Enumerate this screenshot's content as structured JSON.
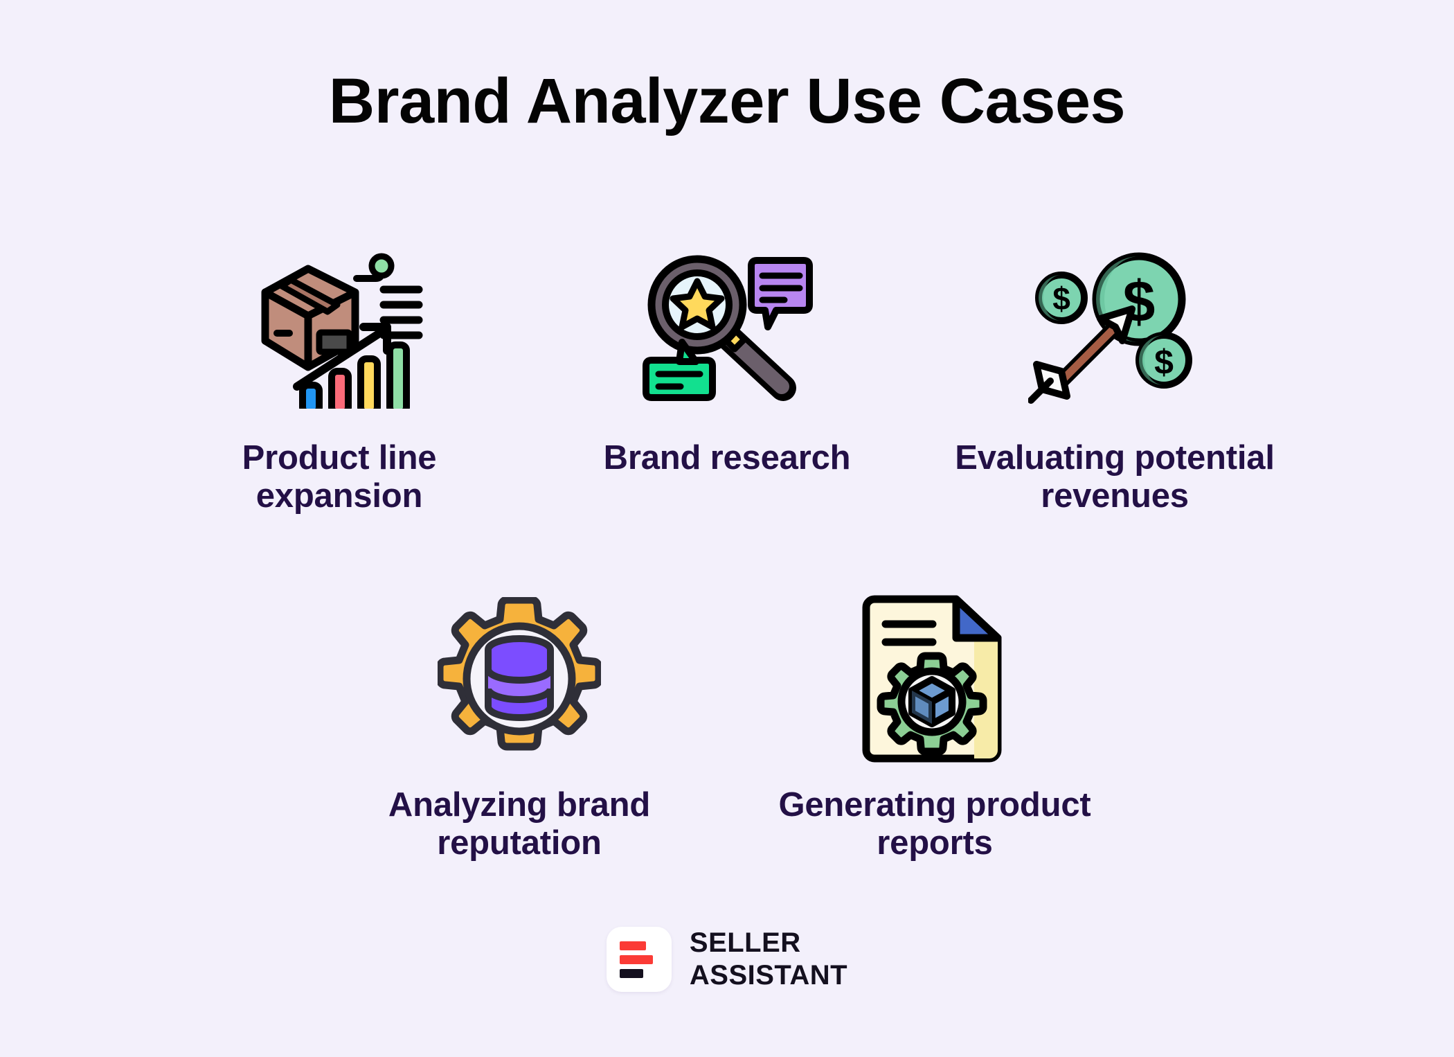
{
  "page": {
    "title": "Brand Analyzer Use Cases",
    "background_color": "#f3f0fb",
    "title_color": "#040404",
    "label_color": "#231046"
  },
  "use_cases": [
    {
      "label": "Product line expansion",
      "icon_name": "product-box-growth-chart-icon",
      "colors": {
        "box": "#c08d7c",
        "box_dark": "#a97464",
        "bar_blue": "#2196f3",
        "bar_pink": "#fb6b79",
        "bar_yellow": "#ffd95c",
        "bar_green": "#8fdfa5",
        "dot_green": "#8fdfa5"
      }
    },
    {
      "label": "Brand research",
      "icon_name": "magnifier-star-reviews-icon",
      "colors": {
        "lens": "#e6f4fb",
        "rim": "#6b5f6b",
        "handle": "#6b5f6b",
        "star": "#ffd95c",
        "bubble_purple": "#b886f0",
        "bubble_green": "#12e08f"
      }
    },
    {
      "label": "Evaluating potential revenues",
      "icon_name": "coins-target-arrow-icon",
      "colors": {
        "coin": "#7dd4b0",
        "coin_shade": "#63bd99",
        "arrow_shaft": "#a65c44",
        "arrow_head": "#f2f2f2"
      }
    },
    {
      "label": "Analyzing brand reputation",
      "icon_name": "gear-database-icon",
      "colors": {
        "gear": "#f6b23c",
        "gear_stroke": "#2f2f38",
        "db_top": "#7c4dff",
        "db_light": "#9a6bff",
        "inner_circle": "#f5f3fa"
      }
    },
    {
      "label": "Generating product reports",
      "icon_name": "document-gear-cube-icon",
      "colors": {
        "page": "#fdf6dc",
        "page_shade": "#f7eba8",
        "corner": "#4268c8",
        "gear": "#8ccf95",
        "cube": "#6d9bd0",
        "cube_dark": "#4f7aa8"
      }
    }
  ],
  "footer": {
    "logo_line_1": "SELLER",
    "logo_line_2": "ASSISTANT",
    "mark_name": "seller-assistant-logo-mark",
    "colors": {
      "bar_red": "#fb3b36",
      "bar_dark": "#14101f",
      "tile": "#ffffff"
    }
  }
}
